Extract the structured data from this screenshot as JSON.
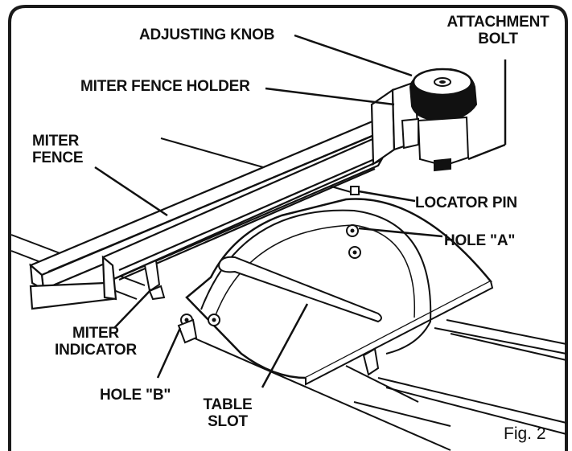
{
  "labels": {
    "adjusting_knob": "ADJUSTING KNOB",
    "attachment_bolt": "ATTACHMENT\nBOLT",
    "miter_fence_holder": "MITER FENCE HOLDER",
    "miter_fence": "MITER\nFENCE",
    "locator_pin": "LOCATOR PIN",
    "hole_a": "HOLE \"A\"",
    "miter_indicator": "MITER\nINDICATOR",
    "hole_b": "HOLE \"B\"",
    "table_slot": "TABLE\nSLOT",
    "figure_number": "Fig. 2"
  },
  "colors": {
    "ink": "#111111",
    "paper": "#ffffff",
    "frame": "#1a1a1a"
  }
}
